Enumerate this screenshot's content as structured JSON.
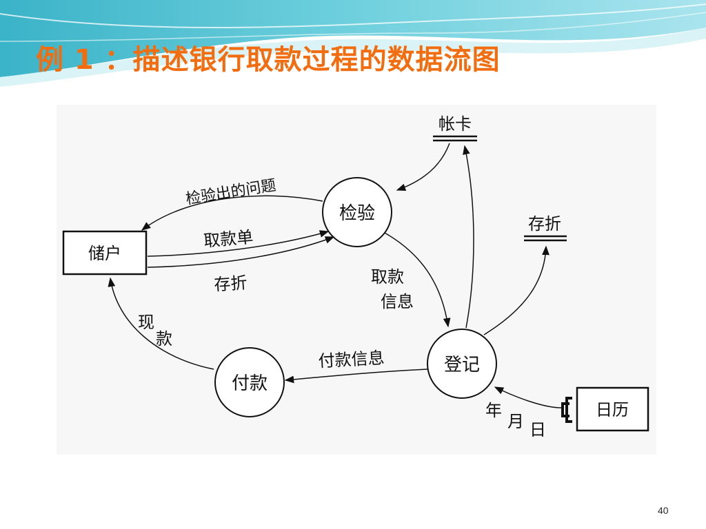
{
  "slide": {
    "title": "例 1 ：描述银行取款过程的数据流图",
    "page_number": "40"
  },
  "diagram": {
    "entities": {
      "depositor": "储户",
      "calendar": "日历"
    },
    "processes": {
      "verify": "检验",
      "register": "登记",
      "payment": "付款"
    },
    "data_stores": {
      "account_card": "帐卡",
      "passbook": "存折"
    },
    "flows": {
      "verify_problems": "检验出的问题",
      "withdrawal_slip": "取款单",
      "passbook_in": "存折",
      "withdrawal_info_line1": "取款",
      "withdrawal_info_line2": "信息",
      "payment_info": "付款信息",
      "cash_line1": "现",
      "cash_line2": "款",
      "date_part1": "年",
      "date_part2": "月",
      "date_part3": "日"
    }
  },
  "colors": {
    "title": "#f26d0f",
    "header_teal": "#5fc6d6",
    "header_light": "#bfe9f0",
    "diagram_bg": "#f7f7f7",
    "stroke": "#111111"
  }
}
